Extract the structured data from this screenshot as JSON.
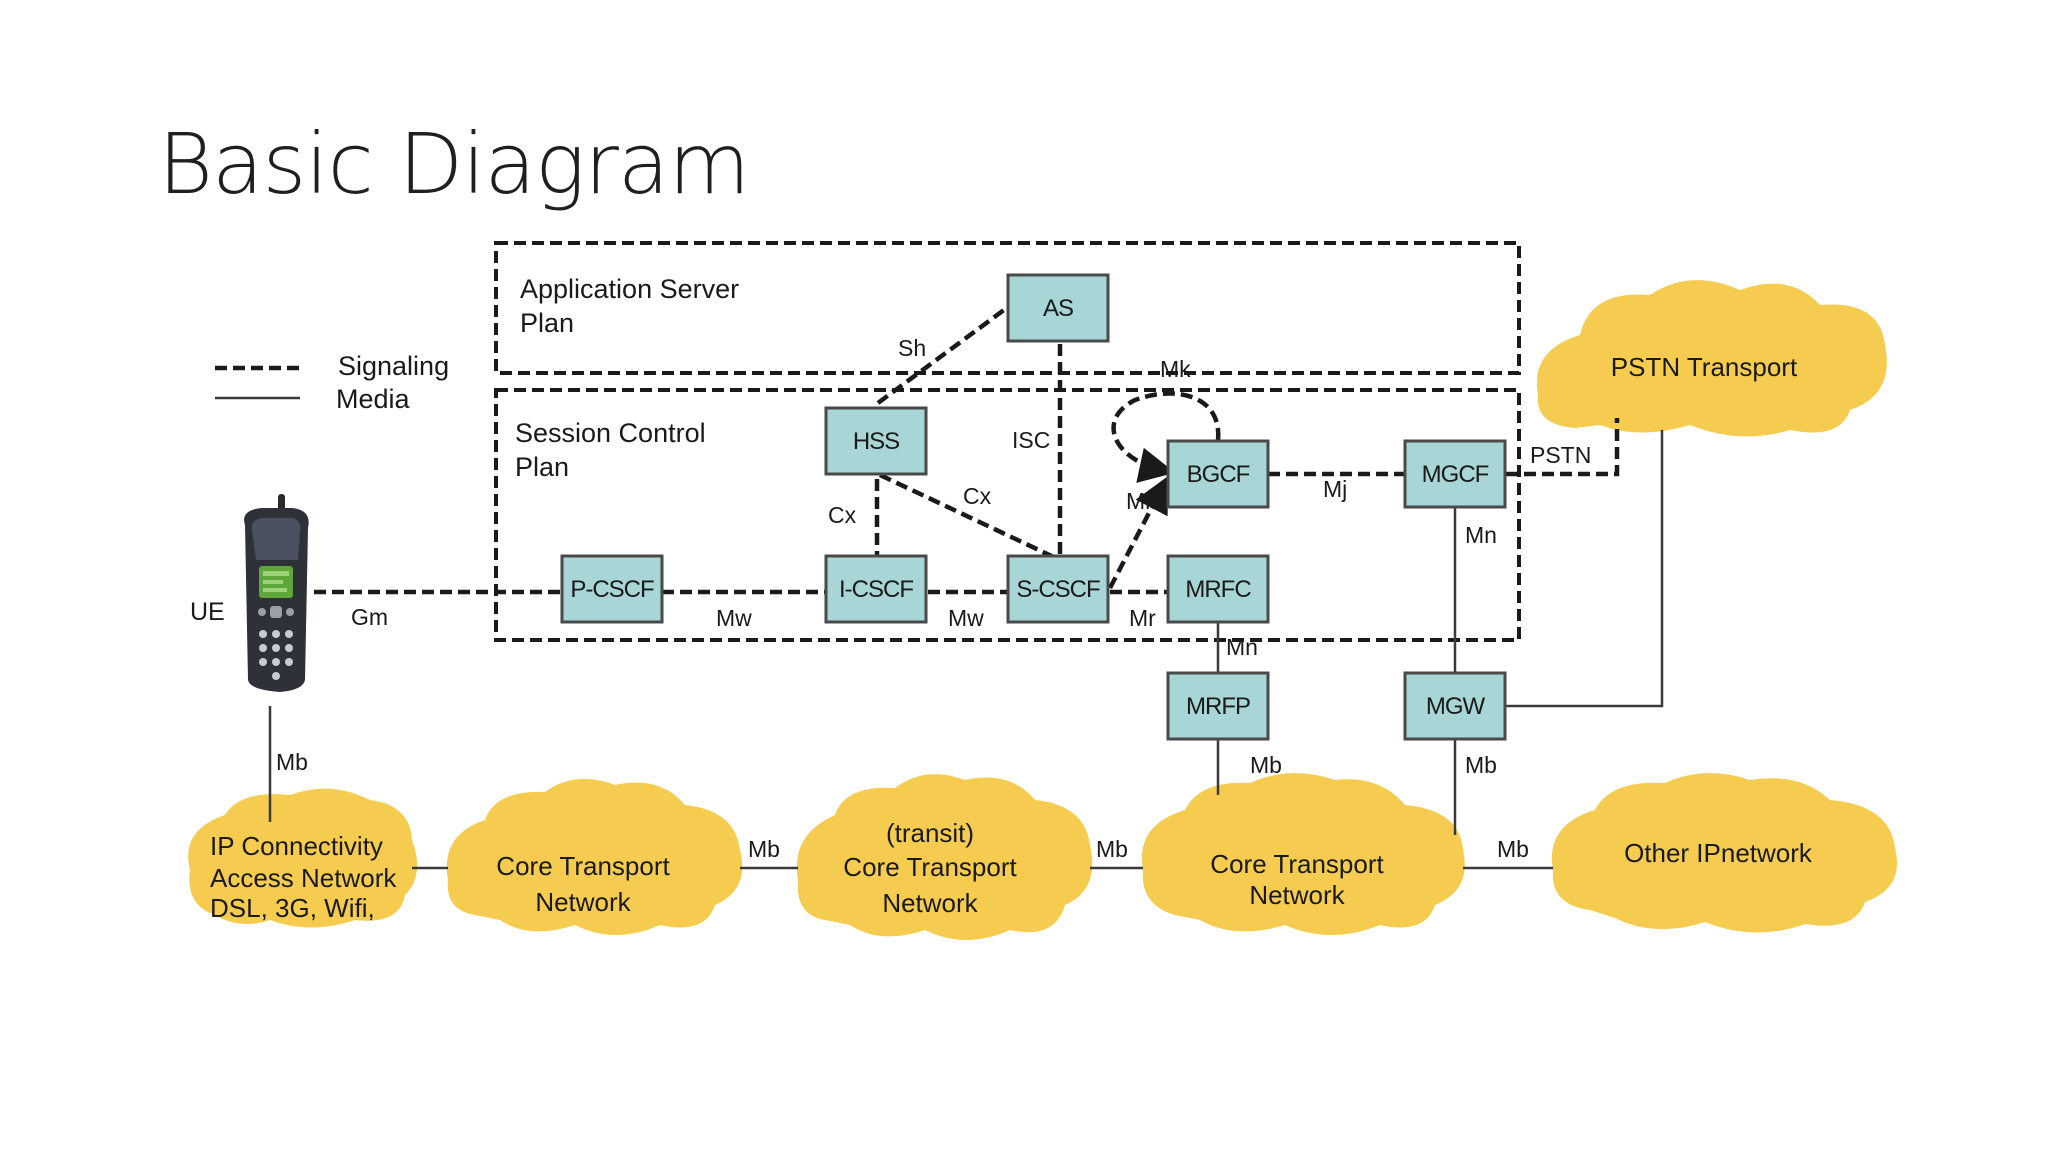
{
  "slide": {
    "title": "Basic Diagram"
  },
  "legend": {
    "signaling": "Signaling",
    "media": "Media"
  },
  "planes": {
    "application": {
      "line1": "Application Server",
      "line2": "Plan"
    },
    "session": {
      "line1": "Session Control",
      "line2": "Plan"
    }
  },
  "ue": {
    "label": "UE"
  },
  "nodes": {
    "as": "AS",
    "hss": "HSS",
    "bgcf": "BGCF",
    "mgcf": "MGCF",
    "pcscf": "P-CSCF",
    "icscf": "I-CSCF",
    "scscf": "S-CSCF",
    "mrfc": "MRFC",
    "mrfp": "MRFP",
    "mgw": "MGW"
  },
  "interfaces": {
    "sh": "Sh",
    "isc": "ISC",
    "cx1": "Cx",
    "cx2": "Cx",
    "mk": "Mk",
    "mi": "Mi",
    "mj": "Mj",
    "pstn": "PSTN",
    "mn1": "Mn",
    "mn2": "Mn",
    "gm": "Gm",
    "mw1": "Mw",
    "mw2": "Mw",
    "mr": "Mr",
    "mb_ue": "Mb",
    "mb_mrfp": "Mb",
    "mb_mgw": "Mb",
    "mb_c1": "Mb",
    "mb_c2": "Mb",
    "mb_c3": "Mb"
  },
  "clouds": {
    "pstn": {
      "line1": "PSTN Transport"
    },
    "ipca": {
      "line1": "IP Connectivity",
      "line2": "Access Network",
      "line3": "DSL, 3G, Wifi,"
    },
    "core1": {
      "line1": "Core Transport",
      "line2": "Network"
    },
    "transit": {
      "line1": "(transit)",
      "line2": "Core Transport",
      "line3": "Network"
    },
    "core2": {
      "line1": "Core Transport",
      "line2": "Network"
    },
    "other": {
      "line1": "Other IPnetwork"
    }
  },
  "colors": {
    "node_fill": "#a8d6d6",
    "cloud_fill": "#f6cc50"
  }
}
